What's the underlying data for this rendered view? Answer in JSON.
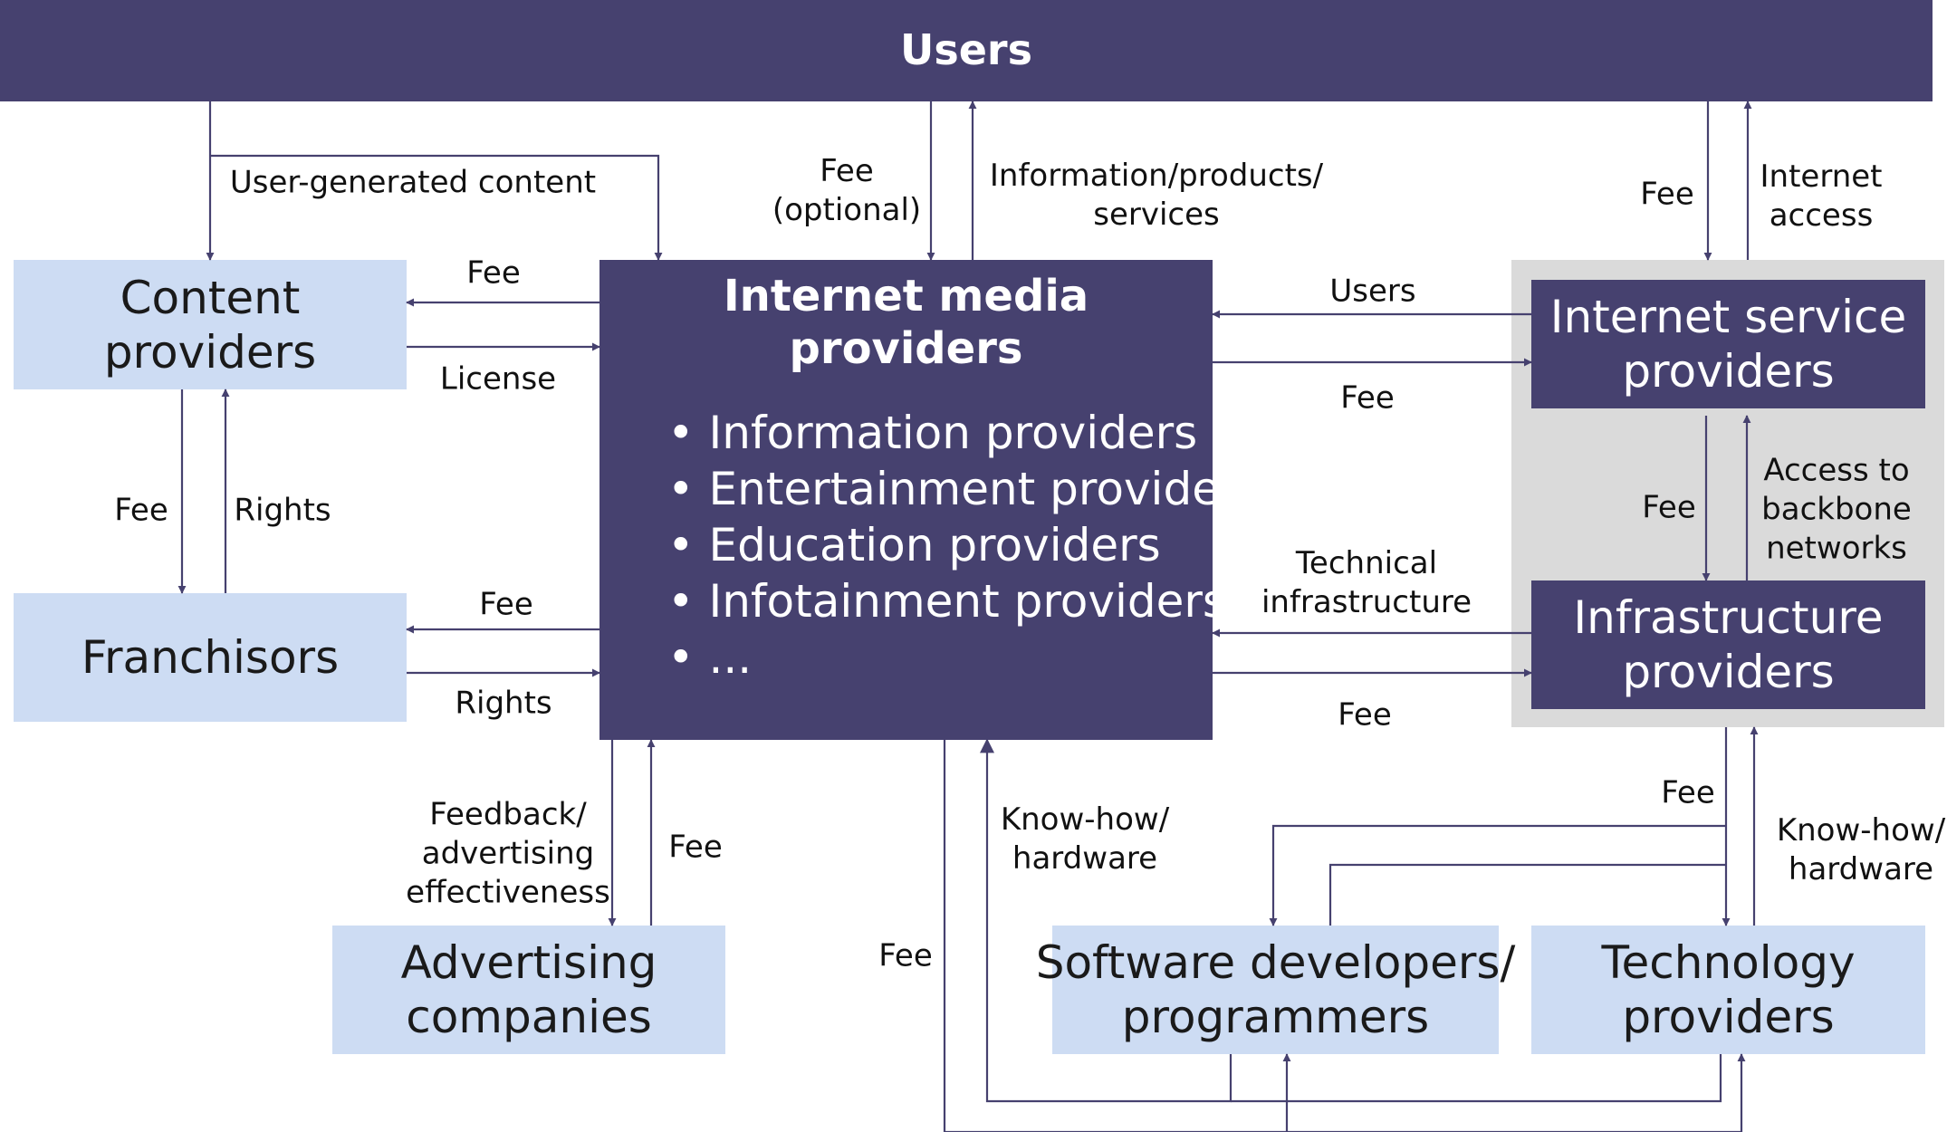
{
  "nodes": {
    "users": "Users",
    "content_providers": [
      "Content",
      "providers"
    ],
    "franchisors": "Franchisors",
    "advertising_companies": [
      "Advertising",
      "companies"
    ],
    "internet_media_providers": {
      "title": "Internet media providers",
      "items": [
        "Information providers",
        "Entertainment providers",
        "Education providers",
        "Infotainment providers",
        "..."
      ]
    },
    "internet_service_providers": [
      "Internet service",
      "providers"
    ],
    "infrastructure_providers": [
      "Infrastructure",
      "providers"
    ],
    "software_developers": [
      "Software developers/",
      "programmers"
    ],
    "technology_providers": [
      "Technology",
      "providers"
    ]
  },
  "labels": {
    "user_generated_content": "User-generated content",
    "fee_optional": [
      "Fee",
      "(optional)"
    ],
    "information_products_services": [
      "Information/products/",
      "services"
    ],
    "users_isp_fee": "Fee",
    "internet_access": [
      "Internet",
      "access"
    ],
    "content_fee": "Fee",
    "content_license": "License",
    "franchise_fee_down": "Fee",
    "franchise_rights_up": "Rights",
    "franchisor_fee": "Fee",
    "franchisor_rights": "Rights",
    "isp_users": "Users",
    "isp_fee": "Fee",
    "isp_infra_fee": "Fee",
    "access_backbone": [
      "Access to",
      "backbone",
      "networks"
    ],
    "technical_infrastructure": [
      "Technical",
      "infrastructure"
    ],
    "infra_fee": "Fee",
    "feedback": [
      "Feedback/",
      "advertising",
      "effectiveness"
    ],
    "advertising_fee": "Fee",
    "knowhow_left": [
      "Know-how/",
      "hardware"
    ],
    "bottom_fee": "Fee",
    "infra_dev_fee": "Fee",
    "knowhow_right": [
      "Know-how/",
      "hardware"
    ]
  },
  "colors": {
    "dark_box": "#46416f",
    "light_box": "#cddcf3",
    "panel": "#dadada",
    "arrow": "#46416f"
  }
}
